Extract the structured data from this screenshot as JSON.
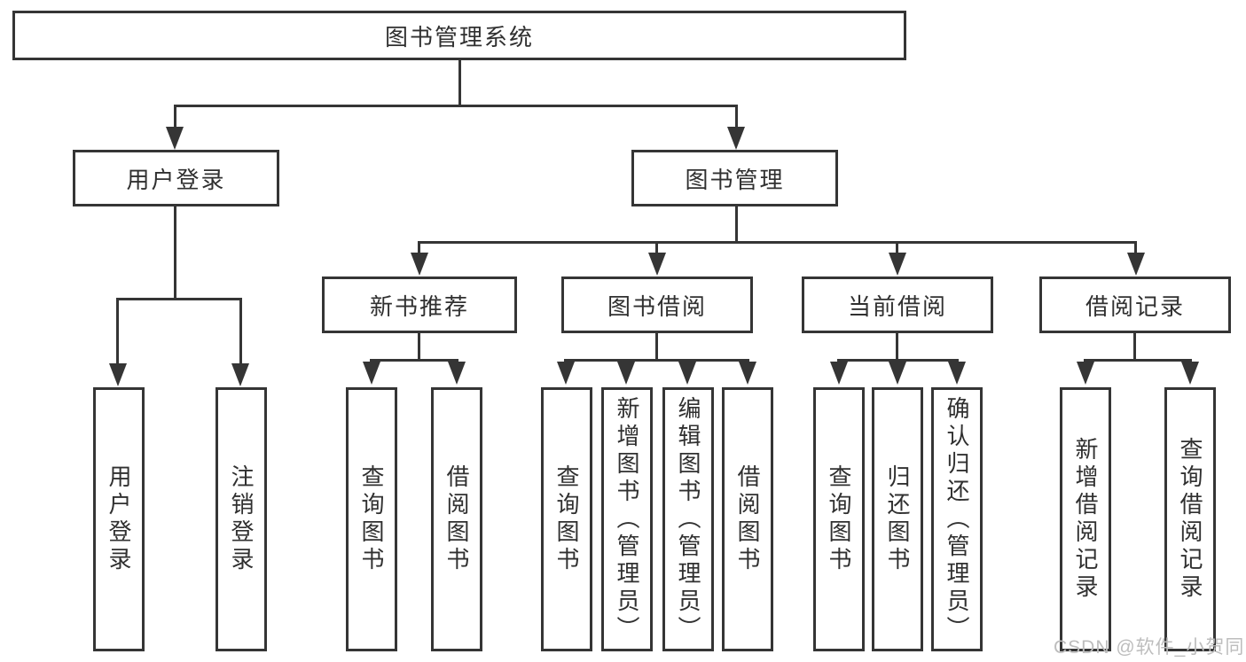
{
  "colors": {
    "line": "#353535",
    "text": "#303030",
    "background": "#ffffff",
    "watermark_color": "#bdbdbd"
  },
  "watermark": "CSDN @软件_小贺同学",
  "tree": {
    "root": "图书管理系统",
    "login": {
      "label": "用户登录",
      "children": [
        "用户登录",
        "注销登录"
      ]
    },
    "management": {
      "label": "图书管理",
      "groups": [
        {
          "label": "新书推荐",
          "children": [
            "查询图书",
            "借阅图书"
          ]
        },
        {
          "label": "图书借阅",
          "children": [
            "查询图书",
            "新增图书（管理员）",
            "编辑图书（管理员）",
            "借阅图书"
          ]
        },
        {
          "label": "当前借阅",
          "children": [
            "查询图书",
            "归还图书",
            "确认归还（管理员）"
          ]
        },
        {
          "label": "借阅记录",
          "children": [
            "新增借阅记录",
            "查询借阅记录"
          ]
        }
      ]
    }
  }
}
